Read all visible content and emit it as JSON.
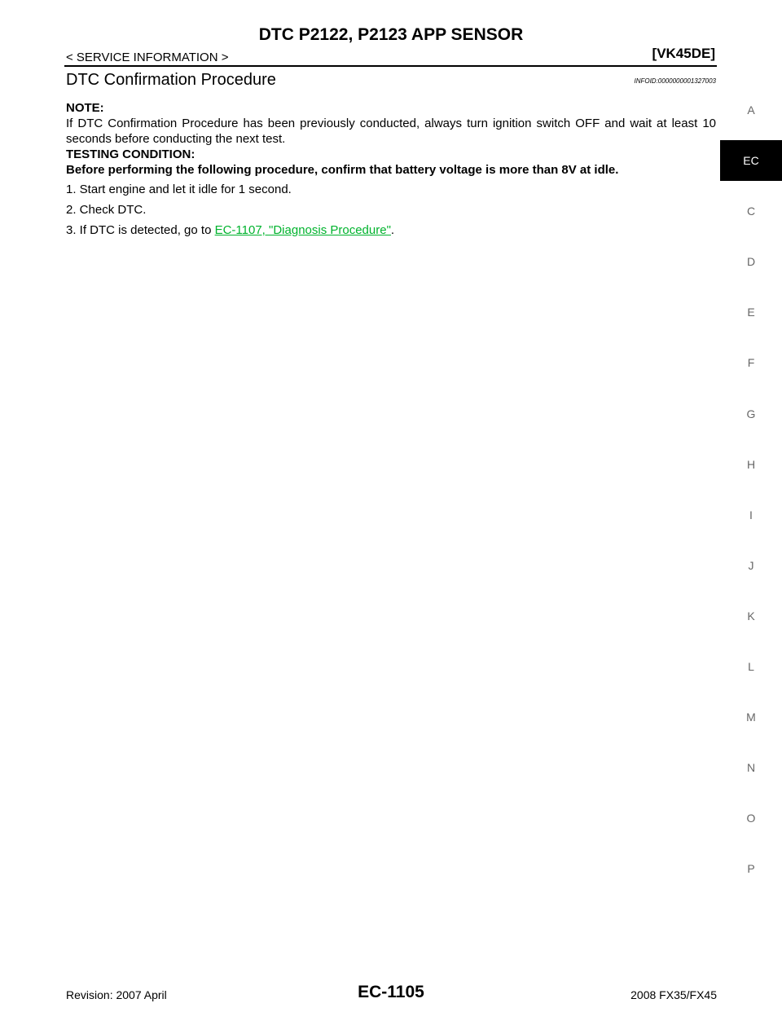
{
  "header": {
    "title": "DTC P2122, P2123 APP SENSOR",
    "section": "< SERVICE INFORMATION >",
    "model": "[VK45DE]"
  },
  "procedure": {
    "title": "DTC Confirmation Procedure",
    "info_id": "INFOID:0000000001327003",
    "note_label": "NOTE:",
    "note_text": "If DTC Confirmation Procedure has been previously conducted, always turn ignition switch OFF and wait at least 10 seconds before conducting the next test.",
    "condition_label": "TESTING CONDITION:",
    "condition_text": "Before performing the following procedure, confirm that battery voltage is more than 8V at idle.",
    "steps": [
      "1. Start engine and let it idle for 1 second.",
      "2. Check DTC."
    ],
    "step3_prefix": "3. If DTC is detected, go to ",
    "step3_link": "EC-1107, \"Diagnosis Procedure\"",
    "step3_suffix": "."
  },
  "side_index": [
    "A",
    "EC",
    "C",
    "D",
    "E",
    "F",
    "G",
    "H",
    "I",
    "J",
    "K",
    "L",
    "M",
    "N",
    "O",
    "P"
  ],
  "side_index_active": "EC",
  "footer": {
    "revision": "Revision: 2007 April",
    "page": "EC-1105",
    "model": "2008 FX35/FX45"
  }
}
